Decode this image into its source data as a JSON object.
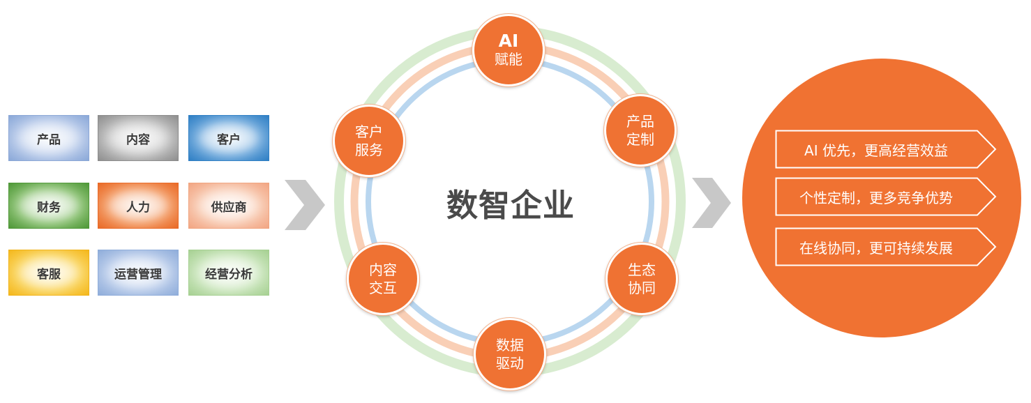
{
  "left_boxes": [
    {
      "label": "产品",
      "color": "#9fb8e0"
    },
    {
      "label": "内容",
      "color": "#a8a8a8"
    },
    {
      "label": "客户",
      "color": "#3f8ed0"
    },
    {
      "label": "财务",
      "color": "#63a84a"
    },
    {
      "label": "人力",
      "color": "#ee7a3c"
    },
    {
      "label": "供应商",
      "color": "#f5b79a"
    },
    {
      "label": "客服",
      "color": "#f7c52f"
    },
    {
      "label": "运营管理",
      "color": "#a0bce3"
    },
    {
      "label": "经营分析",
      "color": "#b7dba6"
    }
  ],
  "center": {
    "title": "数智企业",
    "nodes": [
      {
        "line1": "AI",
        "line2": "赋能"
      },
      {
        "line1": "产品",
        "line2": "定制"
      },
      {
        "line1": "生态",
        "line2": "协同"
      },
      {
        "line1": "数据",
        "line2": "驱动"
      },
      {
        "line1": "内容",
        "line2": "交互"
      },
      {
        "line1": "客户",
        "line2": "服务"
      }
    ],
    "ring_colors": [
      "#d8ecd0",
      "#f9cfb6",
      "#b9d6ef"
    ],
    "node_color": "#ef7233"
  },
  "benefits": [
    "AI 优先，更高经营效益",
    "个性定制，更多竞争优势",
    "在线协同，更可持续发展"
  ],
  "colors": {
    "accent": "#f07232",
    "arrow": "#c8c8c8",
    "title_text": "#4a4a4a"
  }
}
